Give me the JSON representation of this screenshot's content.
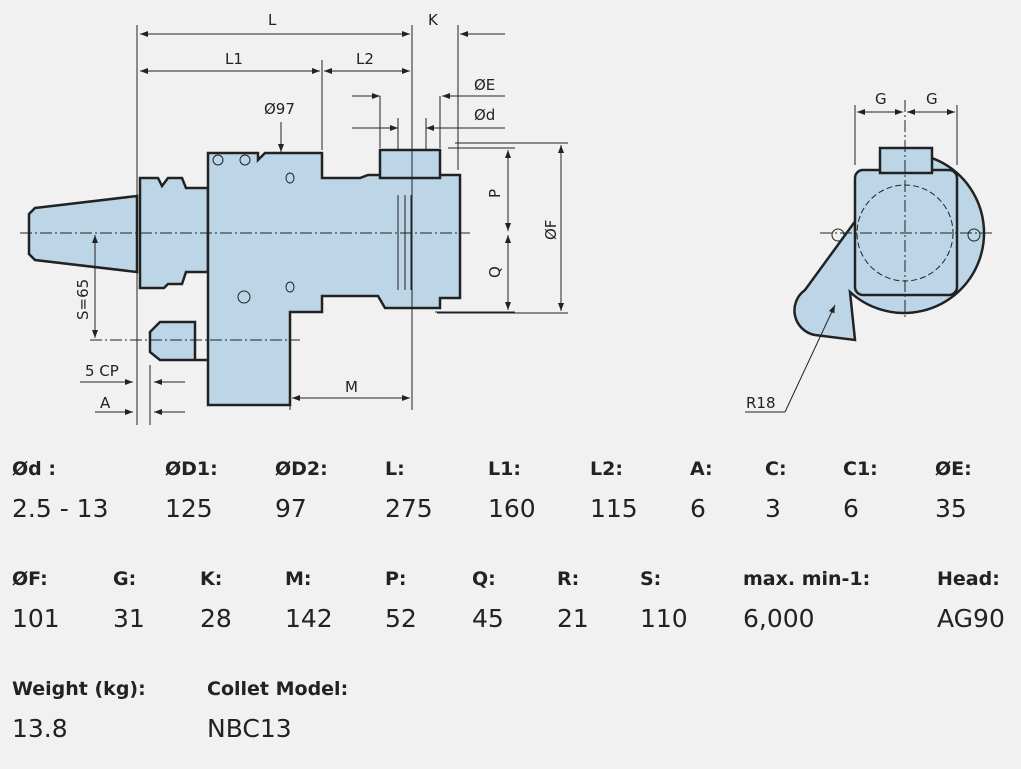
{
  "drawing": {
    "labels": {
      "L": "L",
      "K": "K",
      "L1": "L1",
      "L2": "L2",
      "E": "ØE",
      "d": "Ød",
      "D97": "Ø97",
      "P": "P",
      "Q": "Q",
      "F": "ØF",
      "S": "S=65",
      "CP": "5 CP",
      "A": "A",
      "M": "M",
      "G1": "G",
      "G2": "G",
      "R": "R18"
    }
  },
  "specs": [
    {
      "label": "Ød :",
      "value": "2.5 - 13"
    },
    {
      "label": "ØD1:",
      "value": "125"
    },
    {
      "label": "ØD2:",
      "value": "97"
    },
    {
      "label": "L:",
      "value": "275"
    },
    {
      "label": "L1:",
      "value": "160"
    },
    {
      "label": "L2:",
      "value": "115"
    },
    {
      "label": "A:",
      "value": "6"
    },
    {
      "label": "C:",
      "value": "3"
    },
    {
      "label": "C1:",
      "value": "6"
    },
    {
      "label": "ØE:",
      "value": "35"
    },
    {
      "label": "ØF:",
      "value": "101"
    },
    {
      "label": "G:",
      "value": "31"
    },
    {
      "label": "K:",
      "value": "28"
    },
    {
      "label": "M:",
      "value": "142"
    },
    {
      "label": "P:",
      "value": "52"
    },
    {
      "label": "Q:",
      "value": "45"
    },
    {
      "label": "R:",
      "value": "21"
    },
    {
      "label": "S:",
      "value": "110"
    },
    {
      "label": "max. min-1:",
      "value": "6,000"
    },
    {
      "label": "Head:",
      "value": "AG90"
    },
    {
      "label": "Weight (kg):",
      "value": "13.8"
    },
    {
      "label": "Collet Model:",
      "value": "NBC13"
    }
  ]
}
